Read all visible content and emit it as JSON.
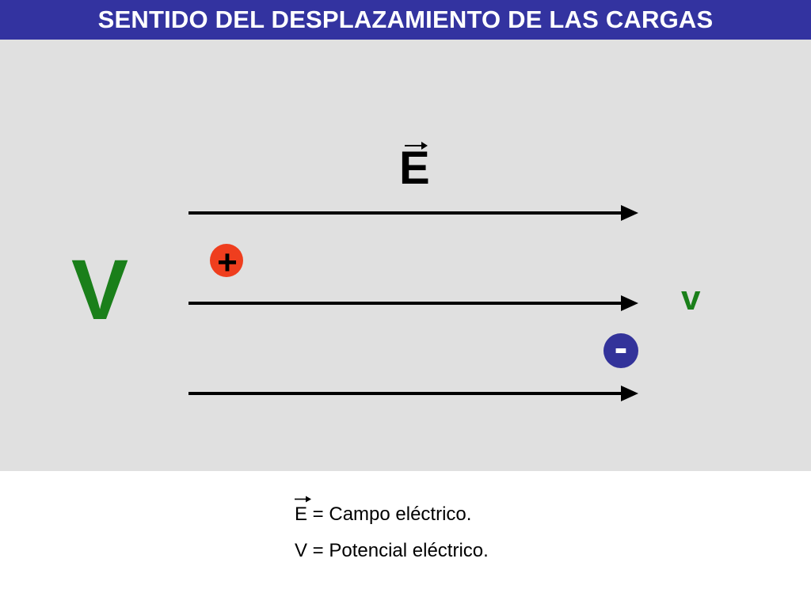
{
  "header": {
    "title": "SENTIDO DEL DESPLAZAMIENTO DE LAS CARGAS"
  },
  "diagram": {
    "field_symbol": "E",
    "potential_high": "V",
    "potential_low": "v",
    "positive_charge": "+",
    "negative_charge": "-",
    "field_line_count": 3
  },
  "legend": {
    "field_symbol": "E",
    "field_text": " = Campo eléctrico.",
    "potential_symbol": "V",
    "potential_text": " = Potencial eléctrico."
  },
  "colors": {
    "title_bg": "#3333a0",
    "panel_bg": "#e0e0e0",
    "potential": "#1a7f1a",
    "positive_charge": "#ef3e1e",
    "negative_charge": "#33339a",
    "arrow": "#000000"
  }
}
